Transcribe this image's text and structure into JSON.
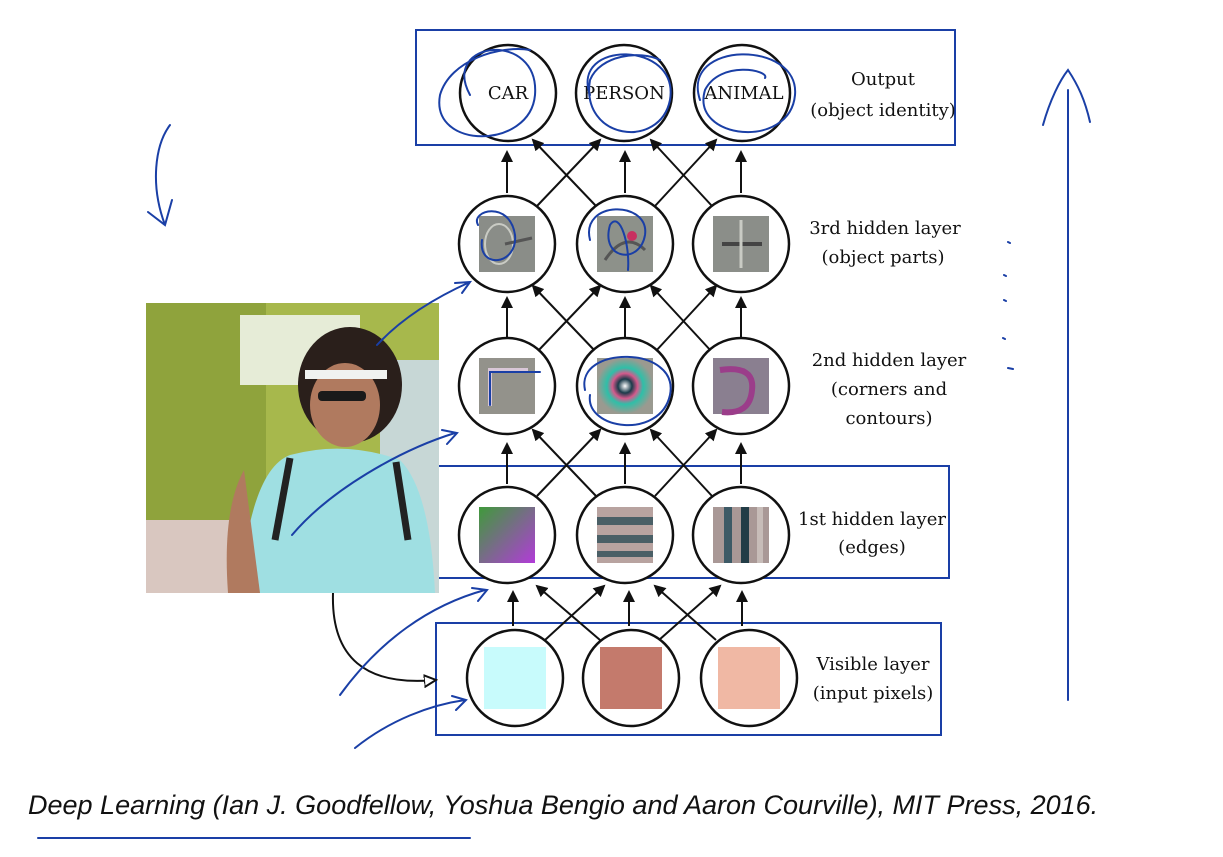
{
  "diagram": {
    "layers": [
      {
        "id": "output",
        "label_lines": [
          "Output",
          "(object identity)"
        ],
        "nodes": [
          "CAR",
          "PERSON",
          "ANIMAL"
        ]
      },
      {
        "id": "hidden3",
        "label_lines": [
          "3rd hidden layer",
          "(object parts)"
        ]
      },
      {
        "id": "hidden2",
        "label_lines": [
          "2nd hidden layer",
          "(corners and",
          "contours)"
        ]
      },
      {
        "id": "hidden1",
        "label_lines": [
          "1st hidden layer",
          "(edges)"
        ]
      },
      {
        "id": "visible",
        "label_lines": [
          "Visible layer",
          "(input pixels)"
        ]
      }
    ],
    "visible_pixel_colors": [
      "#c8fbfc",
      "#c47a6c",
      "#f0b8a4"
    ],
    "annotation_color": "#1a3fa6"
  },
  "citation": {
    "book_title": "Deep Learning",
    "rest": " (Ian J. Goodfellow, Yoshua Bengio and Aaron Courville), MIT Press, 2016."
  }
}
